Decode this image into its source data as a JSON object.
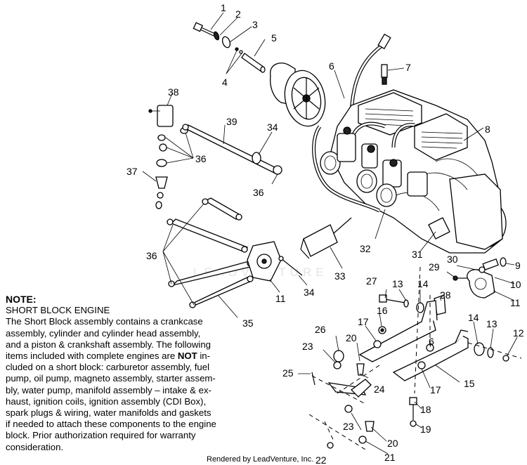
{
  "note": {
    "title": "NOTE:",
    "subtitle": "SHORT BLOCK ENGINE",
    "body_lines": [
      "The Short Block assembly contains a crankcase",
      "assembly, cylinder and cylinder head assembly,",
      "and a piston & crankshaft assembly.  The following",
      "items included with complete engines are NOT in-",
      "cluded on a short block:  carburetor assembly, fuel",
      "pump, oil pump, magneto assembly, starter assem-",
      "bly, water pump, manifold assembly – intake & ex-",
      "haust, ignition coils, ignition assembly (CDI Box),",
      "spark plugs & wiring, water manifolds and gaskets",
      "if needed to attach these components to the engine",
      "block.  Prior authorization required for warranty",
      "consideration."
    ]
  },
  "footer": "Rendered by LeadVenture, Inc.",
  "watermark": "LEADVENTURE",
  "callouts": {
    "n1": "1",
    "n2": "2",
    "n3": "3",
    "n4": "4",
    "n5": "5",
    "n6a": "6",
    "n6b": "6",
    "n7": "7",
    "n8": "8",
    "n9": "9",
    "n10": "10",
    "n11a": "11",
    "n11b": "11",
    "n12": "12",
    "n13a": "13",
    "n13b": "13",
    "n14a": "14",
    "n14b": "14",
    "n15": "15",
    "n16": "16",
    "n17a": "17",
    "n17b": "17",
    "n18": "18",
    "n19": "19",
    "n20a": "20",
    "n20b": "20",
    "n21": "21",
    "n22": "22",
    "n23a": "23",
    "n23b": "23",
    "n24": "24",
    "n25": "25",
    "n26": "26",
    "n27": "27",
    "n28": "28",
    "n29": "29",
    "n30": "30",
    "n31": "31",
    "n32": "32",
    "n33": "33",
    "n34a": "34",
    "n34b": "34",
    "n35": "35",
    "n36a": "36",
    "n36b": "36",
    "n36c": "36",
    "n37": "37",
    "n38": "38",
    "n39": "39"
  }
}
